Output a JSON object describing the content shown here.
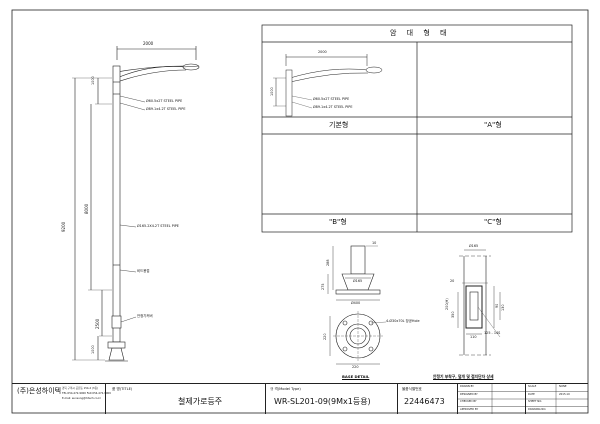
{
  "drawing": {
    "main_elevation": {
      "arm_width": "2000",
      "dim_upper": "1000",
      "dim_total": "9200",
      "dim_mid": "8000",
      "dim_lower": "2500",
      "dim_base": "1000",
      "callout_arm_pipe_1": "Ø60.5x2T STEEL PIPE",
      "callout_arm_pipe_2": "Ø89.1x4.2T STEEL PIPE",
      "callout_pole": "Ø165.2X4.2T STEEL PIPE",
      "callout_label_1": "비드용접",
      "callout_label_2": "안정기커버"
    },
    "options_table": {
      "title": "암 대 형 태",
      "basic_label": "기본형",
      "a_label": "\"A\"형",
      "b_label": "\"B\"형",
      "c_label": "\"C\"형",
      "mini_arm_width": "2000",
      "mini_dim": "1000",
      "mini_callout_1": "Ø60.5x2T STEEL PIPE",
      "mini_callout_2": "Ø89.1x4.2T STEEL PIPE"
    },
    "base_detail": {
      "title": "BASE DETAIL",
      "dim_10": "10",
      "dim_288": "288",
      "dim_275": "275",
      "dim_165": "Ø165",
      "dim_400": "Ø400",
      "bolt_note": "4-Ø30x70L 장공Hole",
      "dim_220a": "220",
      "dim_220b": "220"
    },
    "ballast_detail": {
      "title": "안정기 부착구, 덮개 및 접지단자 상세",
      "dim_d165": "Ø165",
      "dim_20": "20",
      "dim_90": "90",
      "dim_130": "130",
      "dim_350": "350",
      "dim_110": "110",
      "dim_125": "125 - 14S",
      "dim_200": "200(H)"
    }
  },
  "title_block": {
    "company": "(주)은성하이텍",
    "address_1": "경북 구미시 공단동 154-2 (3층)",
    "address_2": "TEL:054-472-9000 FAX:054-472-9009",
    "address_3": "E-mail: eunsung@hitech.co.kr",
    "title_header": "품 명(TITLE)",
    "title_value": "철제가로등주",
    "model_header": "규 격(Model Type)",
    "model_value": "WR-SL201-09(9Mx1등용)",
    "reg_header": "물품식별번호",
    "reg_value": "22446473",
    "info_rows": [
      {
        "label": "DRAWN BY",
        "value": ""
      },
      {
        "label": "DESIGNED BY",
        "value": ""
      },
      {
        "label": "CHECKED BY",
        "value": ""
      },
      {
        "label": "APPROVED BY",
        "value": ""
      }
    ],
    "right_rows": [
      {
        "label": "SCALE",
        "value": "NONE"
      },
      {
        "label": "DATE",
        "value": "2015.10"
      },
      {
        "label": "SHEET NO.",
        "value": ""
      },
      {
        "label": "DRAWING NO.",
        "value": ""
      }
    ]
  }
}
